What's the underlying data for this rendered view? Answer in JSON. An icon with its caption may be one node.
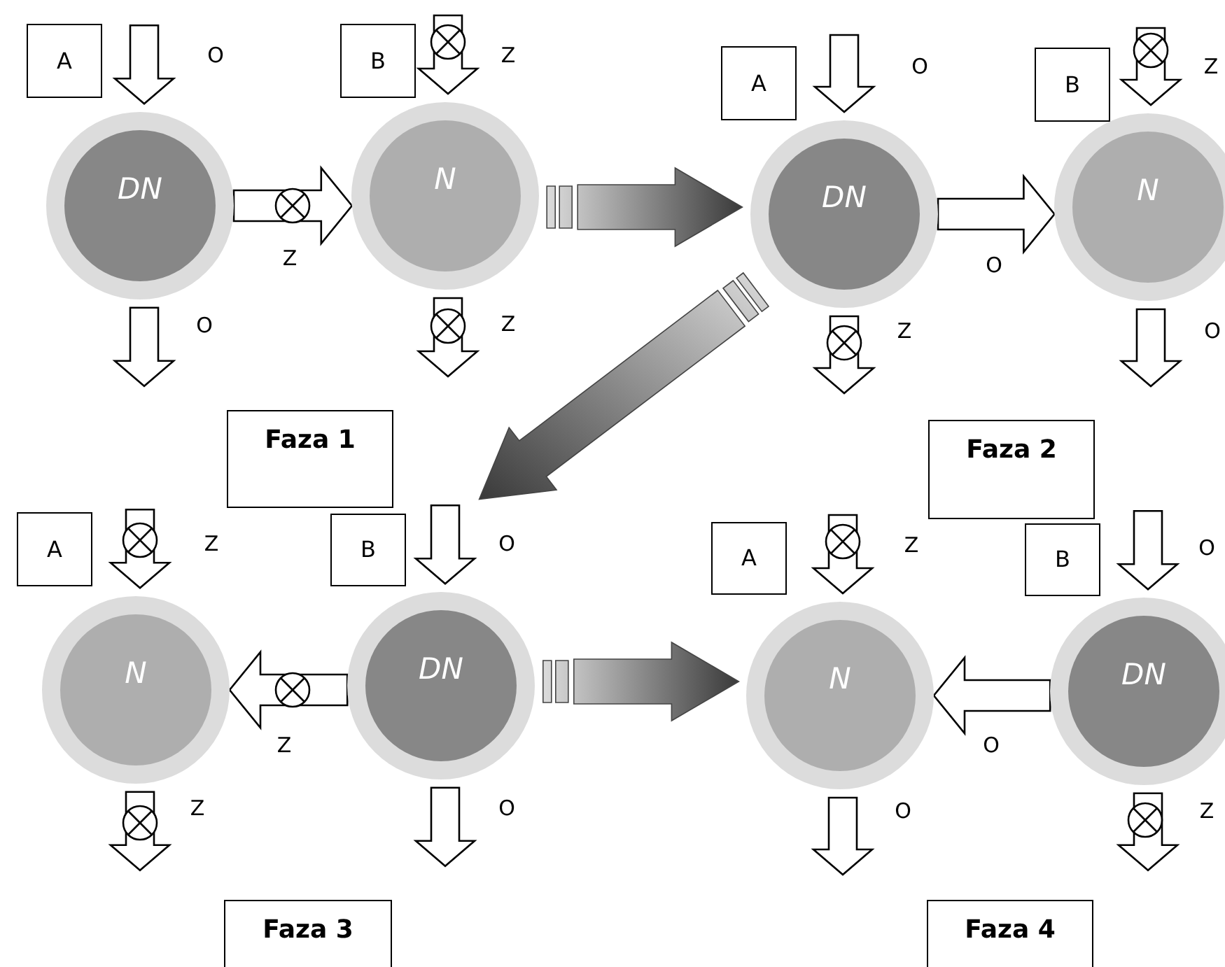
{
  "diagram": {
    "nodes": [
      {
        "text": [
          "A"
        ]
      },
      {
        "text": [
          "DN"
        ]
      },
      {
        "text": [
          "B"
        ]
      },
      {
        "text": [
          "N"
        ]
      },
      {
        "text": [
          "A"
        ]
      },
      {
        "text": [
          "DN"
        ]
      },
      {
        "text": [
          "B"
        ]
      },
      {
        "text": [
          "N"
        ]
      },
      {
        "text": [
          "Faza 1"
        ]
      },
      {
        "text": [
          "Faza 2"
        ]
      },
      {
        "text": [
          "A"
        ]
      },
      {
        "text": [
          "N"
        ]
      },
      {
        "text": [
          "B"
        ]
      },
      {
        "text": [
          "DN"
        ]
      },
      {
        "text": [
          "A"
        ]
      },
      {
        "text": [
          "N"
        ]
      },
      {
        "text": [
          "B"
        ]
      },
      {
        "text": [
          "DN"
        ]
      },
      {
        "text": [
          "Faza 3"
        ]
      },
      {
        "text": [
          "Faza 4"
        ]
      }
    ],
    "edges": [
      {
        "from": null,
        "to": 1,
        "arrow": "to",
        "label": "O"
      },
      {
        "from": 1,
        "to": null,
        "arrow": "to",
        "label": "O"
      },
      {
        "from": 1,
        "to": 3,
        "arrow": "to",
        "label": "Z"
      },
      {
        "from": null,
        "to": 3,
        "arrow": "to",
        "label": "Z"
      },
      {
        "from": 3,
        "to": null,
        "arrow": "to",
        "label": "Z"
      },
      {
        "from": 3,
        "to": 5,
        "arrow": "to",
        "style": "thick"
      },
      {
        "from": null,
        "to": 5,
        "arrow": "to",
        "label": "O"
      },
      {
        "from": 5,
        "to": 7,
        "arrow": "to",
        "label": "O"
      },
      {
        "from": null,
        "to": 7,
        "arrow": "to",
        "label": "Z"
      },
      {
        "from": 5,
        "to": null,
        "arrow": "to",
        "label": "Z"
      },
      {
        "from": 7,
        "to": null,
        "arrow": "to",
        "label": "O"
      },
      {
        "from": 5,
        "to": 13,
        "arrow": "to",
        "style": "thick"
      },
      {
        "from": null,
        "to": 13,
        "arrow": "to",
        "label": "O"
      },
      {
        "from": 13,
        "to": 11,
        "arrow": "to",
        "label": "Z"
      },
      {
        "from": null,
        "to": 11,
        "arrow": "to",
        "label": "Z"
      },
      {
        "from": 11,
        "to": null,
        "arrow": "to",
        "label": "Z"
      },
      {
        "from": 13,
        "to": null,
        "arrow": "to",
        "label": "O"
      },
      {
        "from": 13,
        "to": 15,
        "arrow": "to",
        "style": "thick"
      },
      {
        "from": null,
        "to": 15,
        "arrow": "to",
        "label": "Z"
      },
      {
        "from": 15,
        "to": null,
        "arrow": "to",
        "label": "O"
      },
      {
        "from": 17,
        "to": 15,
        "arrow": "to",
        "label": "O"
      },
      {
        "from": null,
        "to": 17,
        "arrow": "to",
        "label": "O"
      },
      {
        "from": 17,
        "to": null,
        "arrow": "to",
        "label": "Z"
      }
    ]
  }
}
